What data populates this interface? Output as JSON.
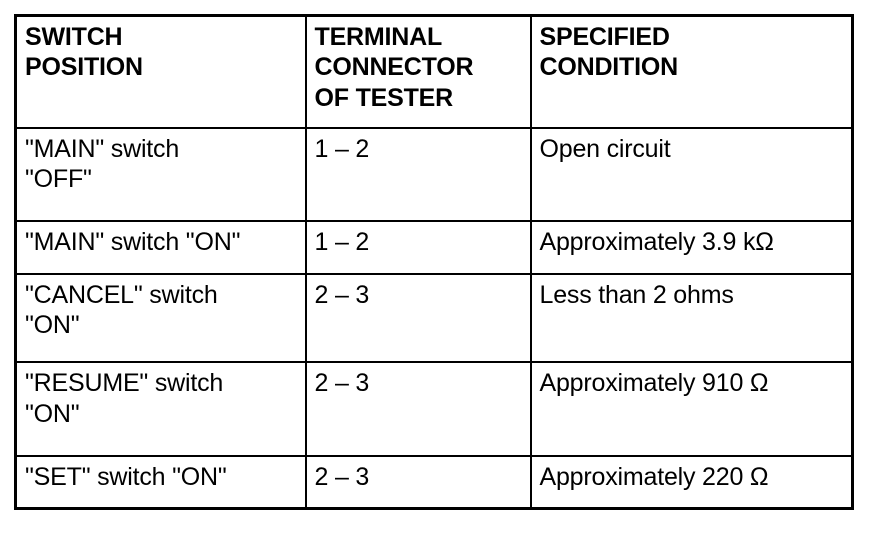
{
  "table": {
    "columns": [
      {
        "key": "switch_position",
        "header": "SWITCH\nPOSITION"
      },
      {
        "key": "terminal",
        "header": "TERMINAL\nCONNECTOR\nOF TESTER"
      },
      {
        "key": "condition",
        "header": "SPECIFIED\nCONDITION"
      }
    ],
    "rows": [
      {
        "switch_position": "\"MAIN\" switch\n\"OFF\"",
        "terminal": "1 – 2",
        "condition": "Open circuit"
      },
      {
        "switch_position": "\"MAIN\" switch \"ON\"",
        "terminal": "1 – 2",
        "condition": "Approximately 3.9 kΩ"
      },
      {
        "switch_position": "\"CANCEL\" switch\n\"ON\"",
        "terminal": "2 – 3",
        "condition": "Less than 2 ohms"
      },
      {
        "switch_position": "\"RESUME\" switch\n\"ON\"",
        "terminal": "2 – 3",
        "condition": "Approximately 910 Ω"
      },
      {
        "switch_position": "\"SET\" switch \"ON\"",
        "terminal": "2 – 3",
        "condition": "Approximately 220 Ω"
      }
    ]
  },
  "colors": {
    "background": "#ffffff",
    "text": "#000000",
    "border": "#000000"
  }
}
